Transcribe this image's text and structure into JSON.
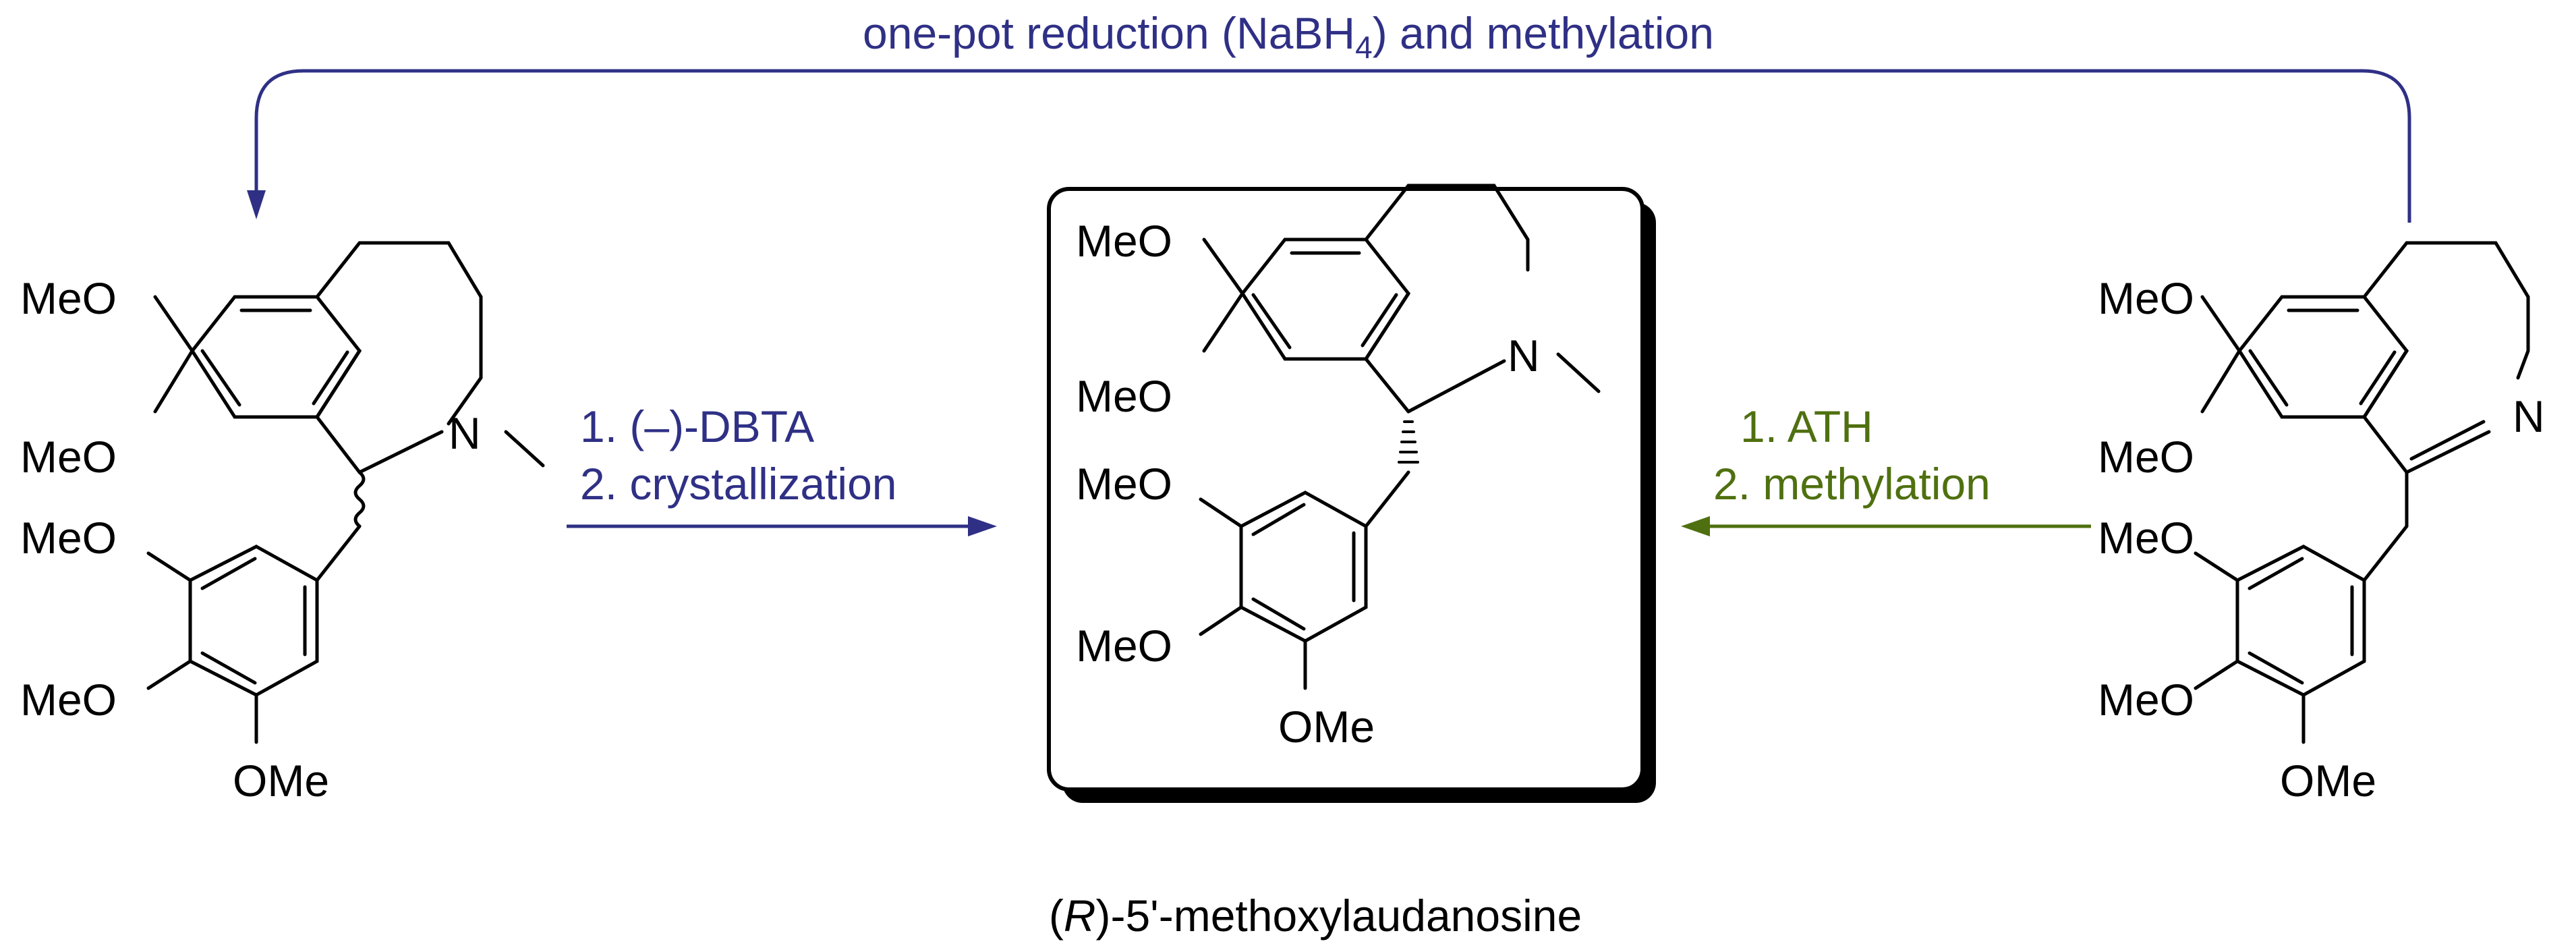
{
  "top_arrow": {
    "label_main": "one-pot reduction (NaBH",
    "label_sub": "4",
    "label_end": ") and methylation"
  },
  "left_arrow": {
    "step1": "1. (–)-DBTA",
    "step2": "2. crystallization"
  },
  "right_arrow": {
    "step1": "1. ATH",
    "step2": "2. methylation"
  },
  "product": {
    "name_open": "(",
    "name_italic": "R",
    "name_rest": ")-5'-methoxylaudanosine"
  },
  "atom_labels": {
    "meo": "MeO",
    "ome": "OMe",
    "n": "N"
  },
  "colors": {
    "reduction_arrow": "#2f3085",
    "ath_arrow": "#4f7010",
    "bond": "#000000",
    "box_shadow": "#000000"
  }
}
